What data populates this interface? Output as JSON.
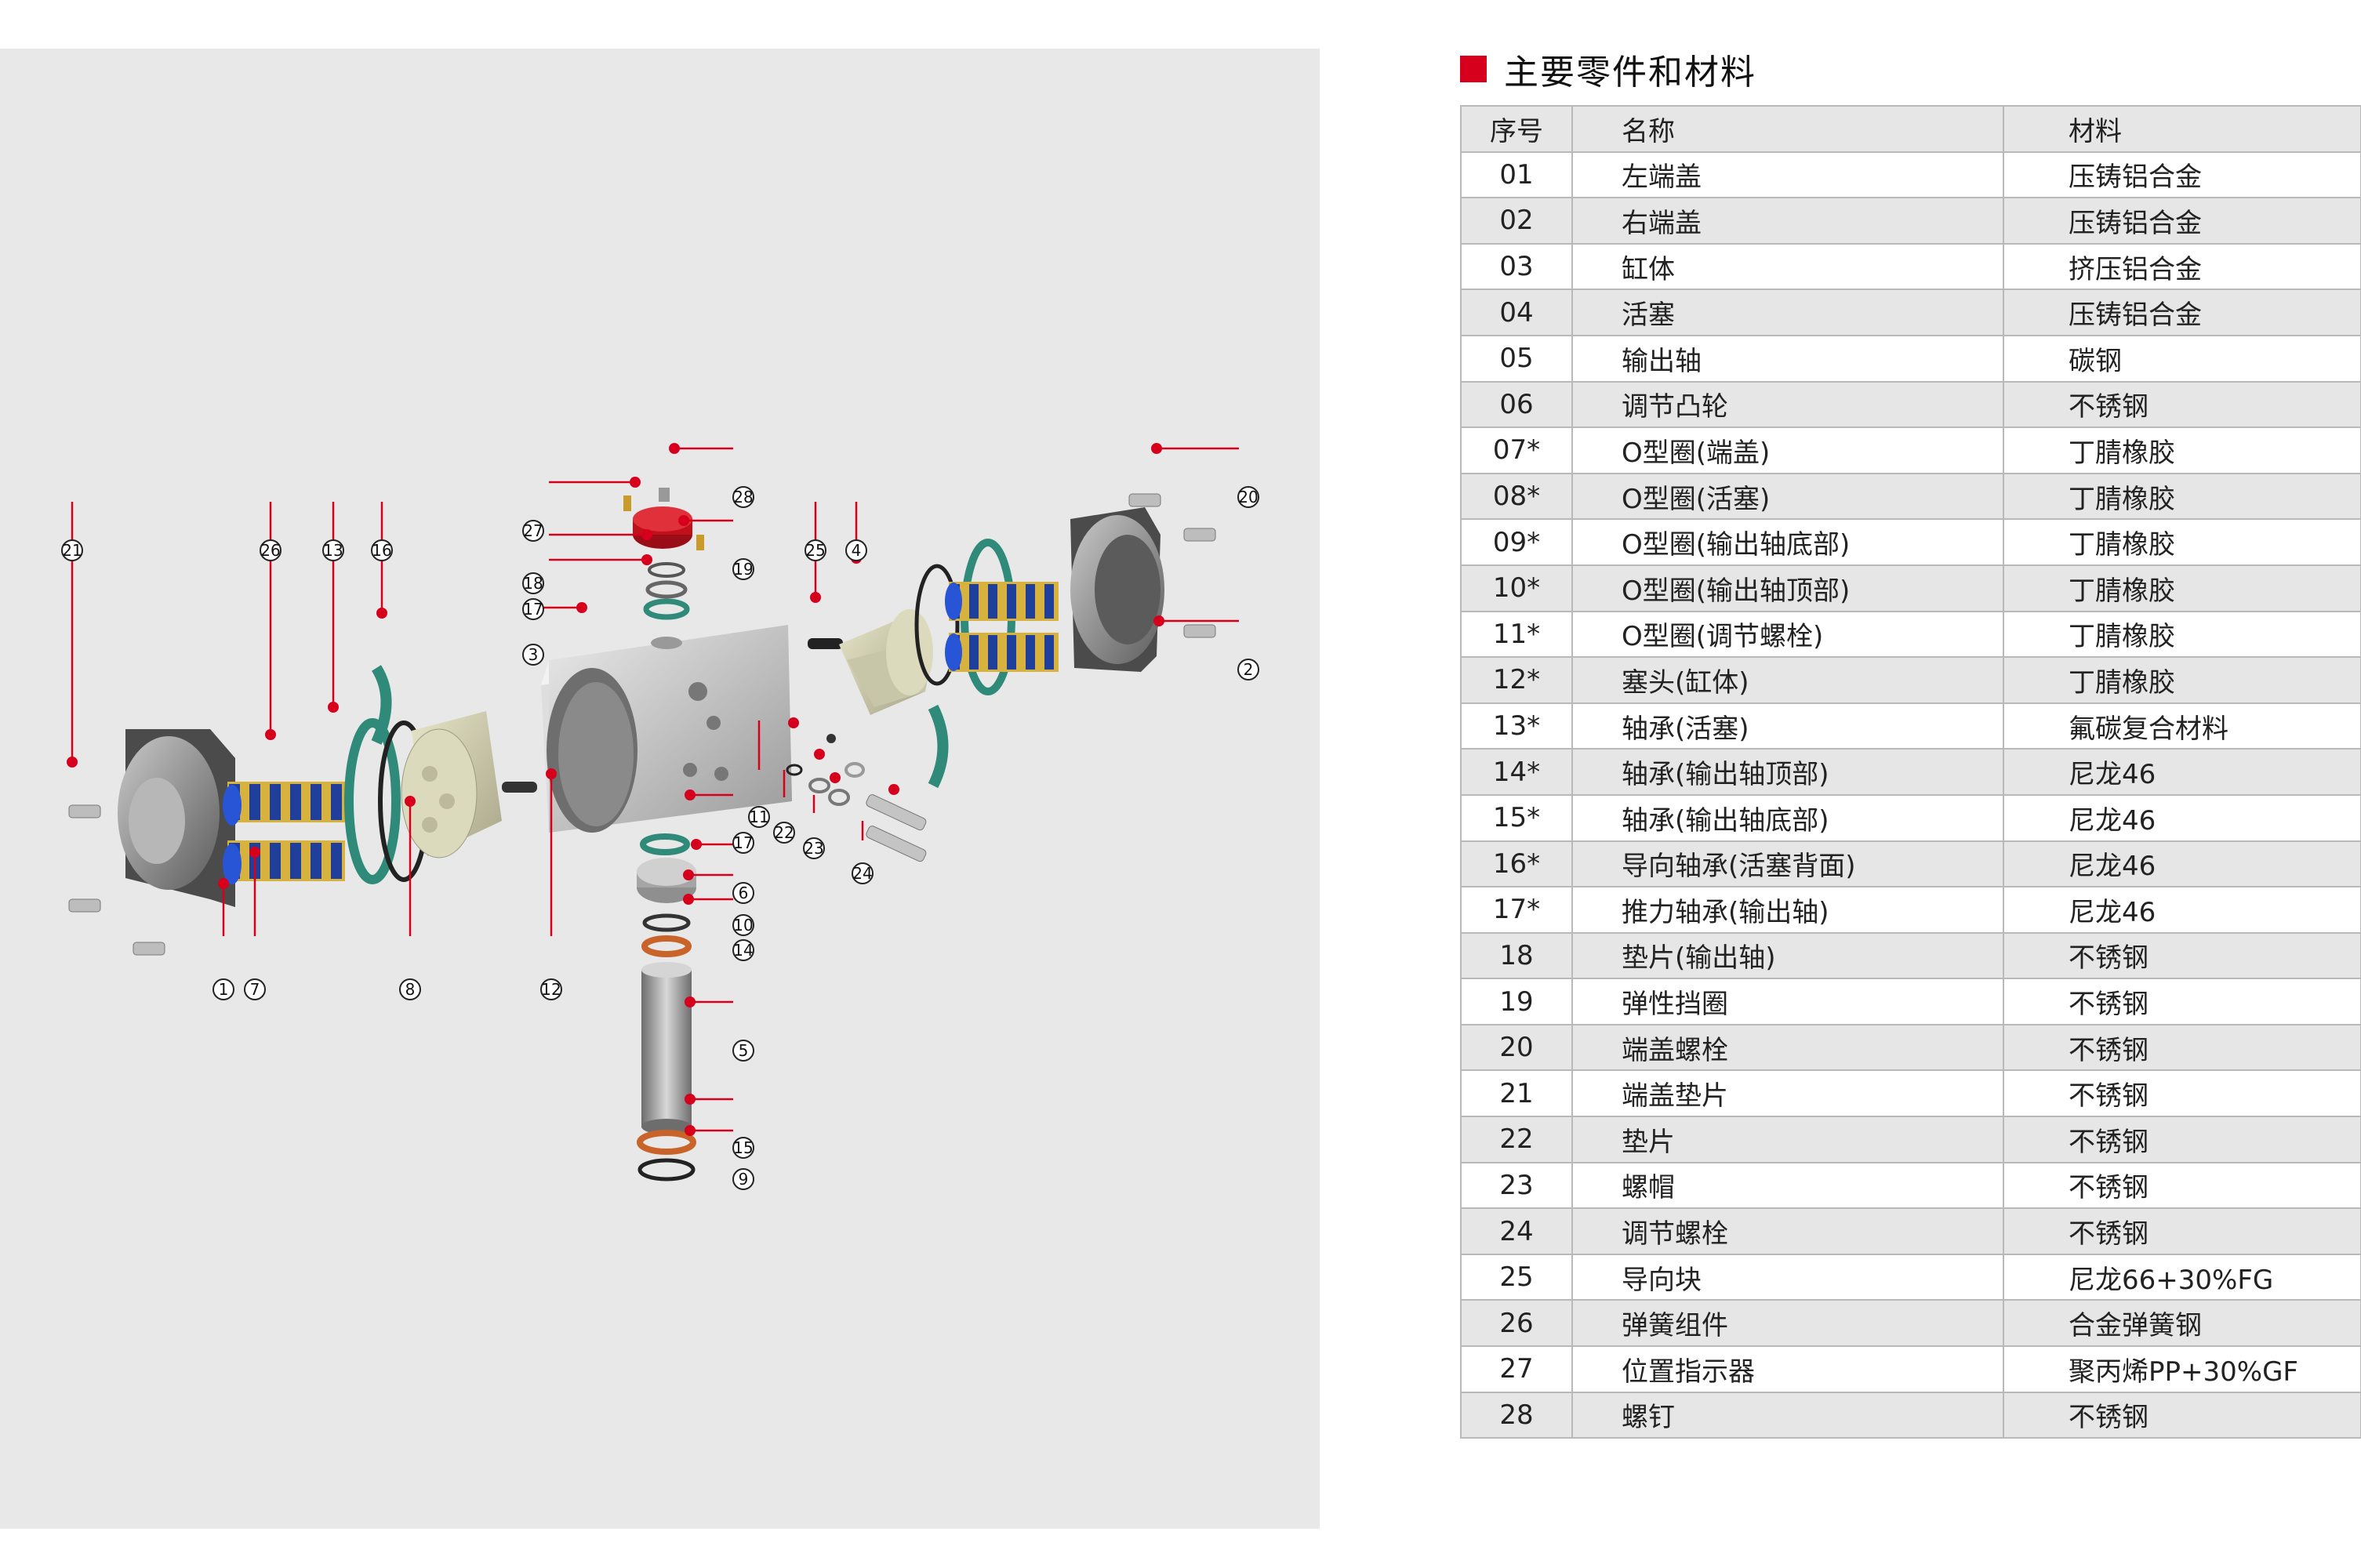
{
  "header": {
    "title": "主要零件和材料",
    "accent_color": "#d6001c"
  },
  "table": {
    "columns": [
      "序号",
      "名称",
      "材料"
    ],
    "rows": [
      [
        "01",
        "左端盖",
        "压铸铝合金"
      ],
      [
        "02",
        "右端盖",
        "压铸铝合金"
      ],
      [
        "03",
        "缸体",
        "挤压铝合金"
      ],
      [
        "04",
        "活塞",
        "压铸铝合金"
      ],
      [
        "05",
        "输出轴",
        "碳钢"
      ],
      [
        "06",
        "调节凸轮",
        "不锈钢"
      ],
      [
        "07*",
        "O型圈(端盖)",
        "丁腈橡胶"
      ],
      [
        "08*",
        "O型圈(活塞)",
        "丁腈橡胶"
      ],
      [
        "09*",
        "O型圈(输出轴底部)",
        "丁腈橡胶"
      ],
      [
        "10*",
        "O型圈(输出轴顶部)",
        "丁腈橡胶"
      ],
      [
        "11*",
        "O型圈(调节螺栓)",
        "丁腈橡胶"
      ],
      [
        "12*",
        "塞头(缸体)",
        "丁腈橡胶"
      ],
      [
        "13*",
        "轴承(活塞)",
        "氟碳复合材料"
      ],
      [
        "14*",
        "轴承(输出轴顶部)",
        "尼龙46"
      ],
      [
        "15*",
        "轴承(输出轴底部)",
        "尼龙46"
      ],
      [
        "16*",
        "导向轴承(活塞背面)",
        "尼龙46"
      ],
      [
        "17*",
        "推力轴承(输出轴)",
        "尼龙46"
      ],
      [
        "18",
        "垫片(输出轴)",
        "不锈钢"
      ],
      [
        "19",
        "弹性挡圈",
        "不锈钢"
      ],
      [
        "20",
        "端盖螺栓",
        "不锈钢"
      ],
      [
        "21",
        "端盖垫片",
        "不锈钢"
      ],
      [
        "22",
        "垫片",
        "不锈钢"
      ],
      [
        "23",
        "螺帽",
        "不锈钢"
      ],
      [
        "24",
        "调节螺栓",
        "不锈钢"
      ],
      [
        "25",
        "导向块",
        "尼龙66+30%FG"
      ],
      [
        "26",
        "弹簧组件",
        "合金弹簧钢"
      ],
      [
        "27",
        "位置指示器",
        "聚丙烯PP+30%GF"
      ],
      [
        "28",
        "螺钉",
        "不锈钢"
      ]
    ]
  },
  "diagram": {
    "callouts": [
      "1",
      "2",
      "3",
      "4",
      "5",
      "6",
      "7",
      "8",
      "9",
      "10",
      "11",
      "12",
      "13",
      "14",
      "15",
      "16",
      "17",
      "17",
      "18",
      "19",
      "20",
      "21",
      "22",
      "23",
      "24",
      "25",
      "26",
      "27",
      "28"
    ],
    "colors": {
      "leader": "#d6001c",
      "spring_blue": "#1f3f9a",
      "seal_green": "#2f8a7a",
      "body": "#cfcfcf",
      "piston": "#d6d3b3",
      "indicator": "#c0101c",
      "bearing": "#c8642a"
    }
  }
}
